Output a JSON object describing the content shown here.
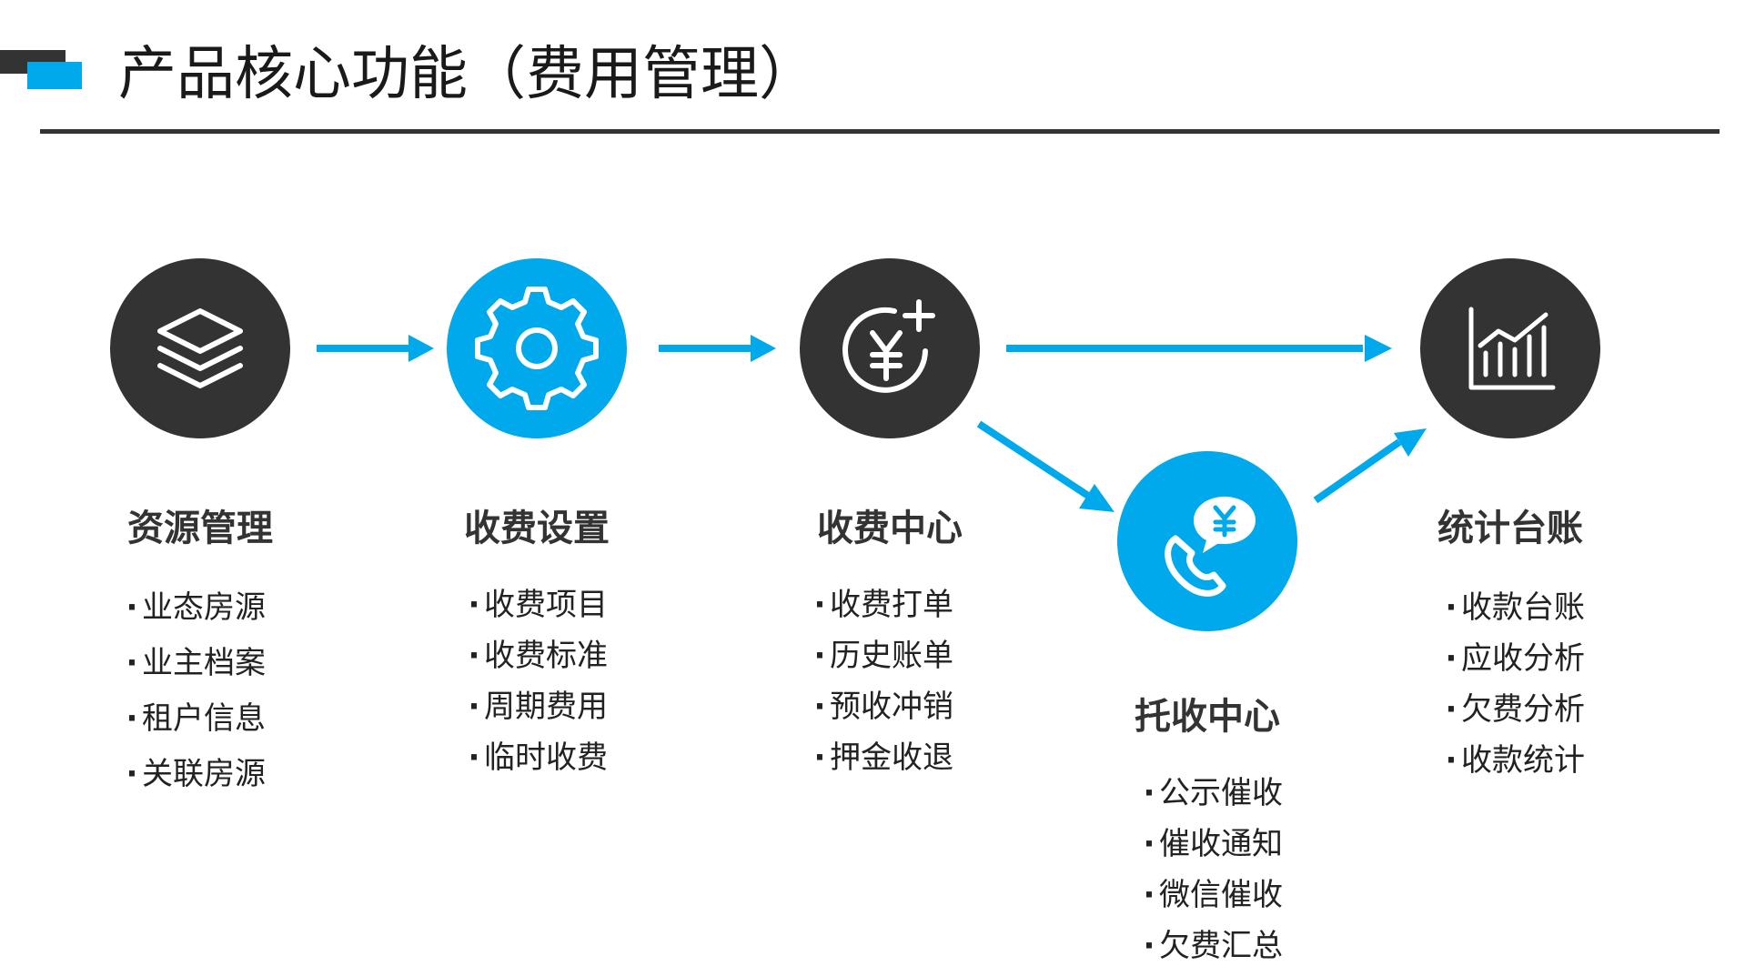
{
  "title": "产品核心功能（费用管理）",
  "colors": {
    "dark": "#333333",
    "accent": "#00a8ec",
    "arrow": "#00a8ec"
  },
  "nodes": [
    {
      "label": "资源管理",
      "icon": "layers-icon",
      "color": "#333333",
      "items": [
        "业态房源",
        "业主档案",
        "租户信息",
        "关联房源"
      ]
    },
    {
      "label": "收费设置",
      "icon": "gear-icon",
      "color": "#00a8ec",
      "items": [
        "收费项目",
        "收费标准",
        "周期费用",
        "临时收费"
      ]
    },
    {
      "label": "收费中心",
      "icon": "yen-plus-icon",
      "color": "#333333",
      "items": [
        "收费打单",
        "历史账单",
        "预收冲销",
        "押金收退"
      ]
    },
    {
      "label": "托收中心",
      "icon": "phone-yen-icon",
      "color": "#00a8ec",
      "items": [
        "公示催收",
        "催收通知",
        "微信催收",
        "欠费汇总"
      ]
    },
    {
      "label": "统计台账",
      "icon": "bar-chart-icon",
      "color": "#333333",
      "items": [
        "收款台账",
        "应收分析",
        "欠费分析",
        "收款统计"
      ]
    }
  ]
}
